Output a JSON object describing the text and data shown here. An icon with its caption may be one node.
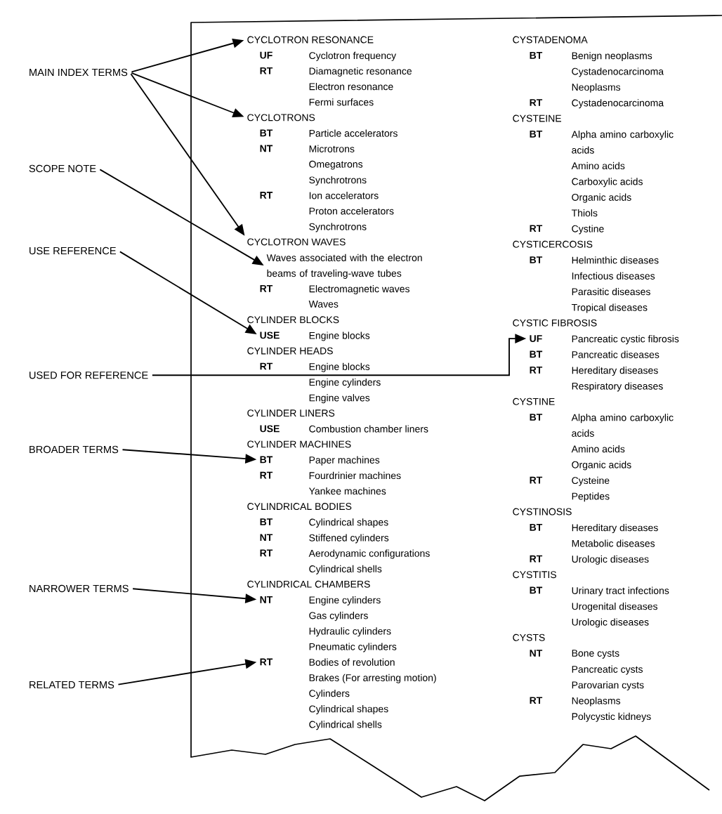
{
  "diagram": {
    "nodes": [
      {
        "text": [
          "MAIN INDEX TERMS"
        ]
      },
      {
        "text": [
          "SCOPE NOTE"
        ]
      },
      {
        "text": [
          "USE REFERENCE"
        ]
      },
      {
        "text": [
          "USED FOR REFERENCE"
        ]
      },
      {
        "text": [
          "BROADER TERMS"
        ]
      },
      {
        "text": [
          "NARROWER TERMS"
        ]
      },
      {
        "text": [
          "RELATED TERMS"
        ]
      },
      {
        "text": [
          "CYCLOTRON RESONANCE"
        ]
      },
      {
        "text": [
          "CYCLOTRONS"
        ]
      },
      {
        "text": [
          "CYCLOTRON WAVES"
        ]
      },
      {
        "text": [
          "Waves associated with the electron beams of traveling-wave tubes"
        ]
      },
      {
        "text": [
          "USE"
        ]
      },
      {
        "text": [
          "BT"
        ]
      },
      {
        "text": [
          "NT"
        ]
      },
      {
        "text": [
          "RT"
        ]
      },
      {
        "text": [
          "UF"
        ]
      }
    ],
    "edges": [
      {
        "from": 0,
        "to": 7,
        "arrow": "to"
      },
      {
        "from": 0,
        "to": 8,
        "arrow": "to"
      },
      {
        "from": 0,
        "to": 9,
        "arrow": "to"
      },
      {
        "from": 1,
        "to": 10,
        "arrow": "to"
      },
      {
        "from": 2,
        "to": 11,
        "arrow": "to"
      },
      {
        "from": 3,
        "to": 15,
        "arrow": "to"
      },
      {
        "from": 4,
        "to": 12,
        "arrow": "to"
      },
      {
        "from": 5,
        "to": 13,
        "arrow": "to"
      },
      {
        "from": 6,
        "to": 14,
        "arrow": "to"
      }
    ],
    "labels": [
      "UF",
      "Cyclotron frequency",
      "RT",
      "Diamagnetic resonance",
      "Electron resonance",
      "Fermi surfaces",
      "BT",
      "Particle accelerators",
      "NT",
      "Microtrons",
      "Omegatrons",
      "Synchrotrons",
      "RT",
      "Ion accelerators",
      "Proton accelerators",
      "Synchrotrons",
      "RT",
      "Electromagnetic waves",
      "Waves",
      "CYLINDER BLOCKS",
      "Engine blocks",
      "CYLINDER HEADS",
      "RT",
      "Engine blocks",
      "Engine cylinders",
      "Engine valves",
      "CYLINDER LINERS",
      "USE",
      "Combustion chamber liners",
      "CYLINDER MACHINES",
      "Paper machines",
      "RT",
      "Fourdrinier machines",
      "Yankee machines",
      "CYLINDRICAL BODIES",
      "BT",
      "Cylindrical shapes",
      "NT",
      "Stiffened cylinders",
      "RT",
      "Aerodynamic configurations",
      "Cylindrical shells",
      "CYLINDRICAL CHAMBERS",
      "Engine cylinders",
      "Gas cylinders",
      "Hydraulic cylinders",
      "Pneumatic cylinders",
      "Bodies of revolution",
      "Brakes (For arresting motion)",
      "Cylinders",
      "Cylindrical shapes",
      "Cylindrical shells",
      "CYSTADENOMA",
      "BT",
      "Benign neoplasms",
      "Cystadenocarcinoma",
      "Neoplasms",
      "RT",
      "Cystadenocarcinoma",
      "CYSTEINE",
      "BT",
      "Alpha amino carboxylic acids",
      "Amino acids",
      "Carboxylic acids",
      "Organic acids",
      "Thiols",
      "RT",
      "Cystine",
      "CYSTICERCOSIS",
      "BT",
      "Helminthic diseases",
      "Infectious diseases",
      "Parasitic diseases",
      "Tropical diseases",
      "CYSTIC FIBROSIS",
      "Pancreatic cystic fibrosis",
      "BT",
      "Pancreatic diseases",
      "RT",
      "Hereditary diseases",
      "Respiratory diseases",
      "CYSTINE",
      "BT",
      "Alpha amino carboxylic acids",
      "Amino acids",
      "Organic acids",
      "RT",
      "Cysteine",
      "Peptides",
      "CYSTINOSIS",
      "BT",
      "Hereditary diseases",
      "Metabolic diseases",
      "RT",
      "Urologic diseases",
      "CYSTITIS",
      "BT",
      "Urinary tract infections",
      "Urogenital diseases",
      "Urologic diseases",
      "CYSTS",
      "NT",
      "Bone cysts",
      "Pancreatic cysts",
      "Parovarian cysts",
      "RT",
      "Neoplasms",
      "Polycystic kidneys"
    ]
  }
}
